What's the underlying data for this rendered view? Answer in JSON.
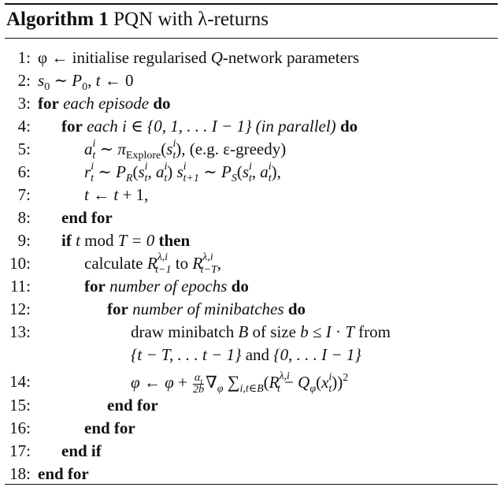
{
  "algorithm": {
    "label": "Algorithm 1",
    "title": "PQN with λ-returns"
  },
  "lines": [
    {
      "n": "1:",
      "text": "φ ← initialise regularised Q-network parameters"
    },
    {
      "n": "2:",
      "text": "s₀ ∼ P₀, t ← 0"
    },
    {
      "n": "3:",
      "text": "for each episode do"
    },
    {
      "n": "4:",
      "text": "for each i ∈ {0, 1, . . . I − 1} (in parallel) do"
    },
    {
      "n": "5:",
      "text": "aᵢₜ ∼ π_Explore(sᵢₜ), (e.g. ε-greedy)"
    },
    {
      "n": "6:",
      "text": "rᵢₜ ∼ P_R(sᵢₜ, aᵢₜ) sᵢₜ₊₁ ∼ P_S(sᵢₜ, aᵢₜ),"
    },
    {
      "n": "7:",
      "text": "t ← t + 1,"
    },
    {
      "n": "8:",
      "text": "end for"
    },
    {
      "n": "9:",
      "text": "if t mod T = 0 then"
    },
    {
      "n": "10:",
      "text": "calculate R^{λ,i}_{t−1} to R^{λ,i}_{t−T},"
    },
    {
      "n": "11:",
      "text": "for number of epochs do"
    },
    {
      "n": "12:",
      "text": "for number of minibatches do"
    },
    {
      "n": "13:",
      "text": "draw minibatch B of size b ≤ I · T from {t − T, . . . t − 1} and {0, . . . I − 1}"
    },
    {
      "n": "14:",
      "text": "φ ← φ + (αₜ/2b) ∇φ Σ_{i,t∈B}(R^{λ,i}_t − Q_φ(xᵢₜ))²"
    },
    {
      "n": "15:",
      "text": "end for"
    },
    {
      "n": "16:",
      "text": "end for"
    },
    {
      "n": "17:",
      "text": "end if"
    },
    {
      "n": "18:",
      "text": "end for"
    }
  ],
  "strings": {
    "l1_a": "φ ← initialise regularised ",
    "l1_q": "Q",
    "l1_b": "-network parameters",
    "l3_for": "for",
    "l3_it": "each episode",
    "l3_do": "do",
    "l4_for": "for",
    "l4_it": "each",
    "l4_math": "i ∈ {0, 1, . . . I − 1}",
    "l4_par": "(in parallel)",
    "l4_do": "do",
    "l5_note": ", (e.g. ε-greedy)",
    "l5_explore": "Explore",
    "l7": "t ← t + 1,",
    "l8": "end for",
    "l9_if": "if",
    "l9_t": "t",
    "l9_mod": " mod ",
    "l9_eq": "T = 0",
    "l9_then": "then",
    "l10_calc": "calculate ",
    "l10_to": " to ",
    "l11_for": "for",
    "l11_it": "number of epochs",
    "l11_do": "do",
    "l12_for": "for",
    "l12_it": "number of minibatches",
    "l12_do": "do",
    "l13_a": "draw minibatch ",
    "l13_b": " of size ",
    "l13_c": " ≤ ",
    "l13_d": " from",
    "l13_e": "{t − T, . . . t − 1}",
    "l13_f": " and ",
    "l13_g": "{0, . . . I − 1}",
    "l15": "end for",
    "l16": "end for",
    "l17": "end if",
    "l18": "end for"
  }
}
